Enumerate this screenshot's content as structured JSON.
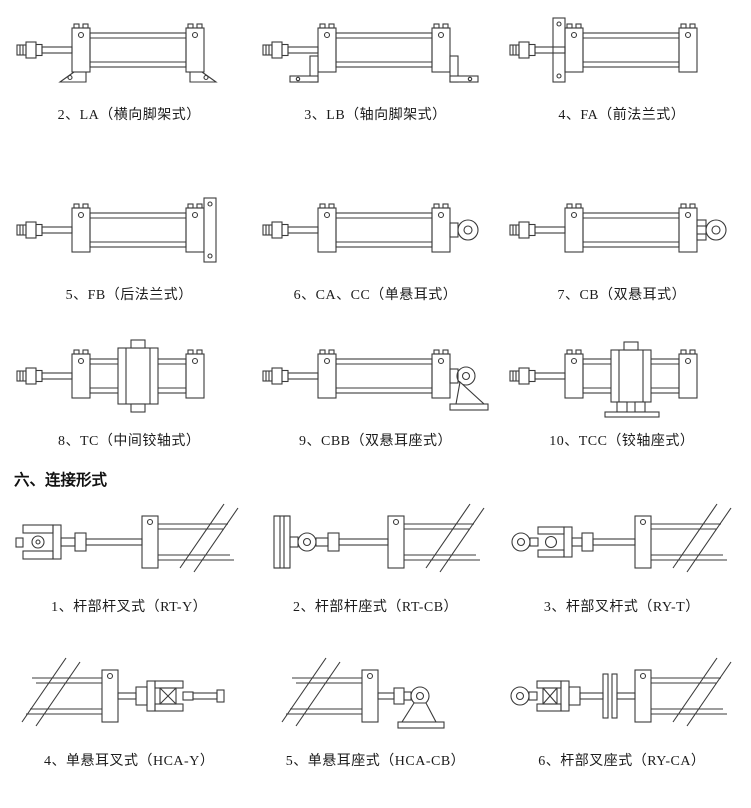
{
  "mounting": {
    "items": [
      {
        "label": "2、LA（横向脚架式）"
      },
      {
        "label": "3、LB（轴向脚架式）"
      },
      {
        "label": "4、FA（前法兰式）"
      },
      {
        "label": "5、FB（后法兰式）"
      },
      {
        "label": "6、CA、CC（单悬耳式）"
      },
      {
        "label": "7、CB（双悬耳式）"
      },
      {
        "label": "8、TC（中间铰轴式）"
      },
      {
        "label": "9、CBB（双悬耳座式）"
      },
      {
        "label": "10、TCC（铰轴座式）"
      }
    ]
  },
  "connection": {
    "header": "六、连接形式",
    "items": [
      {
        "label": "1、杆部杆叉式（RT-Y）"
      },
      {
        "label": "2、杆部杆座式（RT-CB）"
      },
      {
        "label": "3、杆部叉杆式（RY-T）"
      },
      {
        "label": "4、单悬耳叉式（HCA-Y）"
      },
      {
        "label": "5、单悬耳座式（HCA-CB）"
      },
      {
        "label": "6、杆部叉座式（RY-CA）"
      }
    ]
  }
}
